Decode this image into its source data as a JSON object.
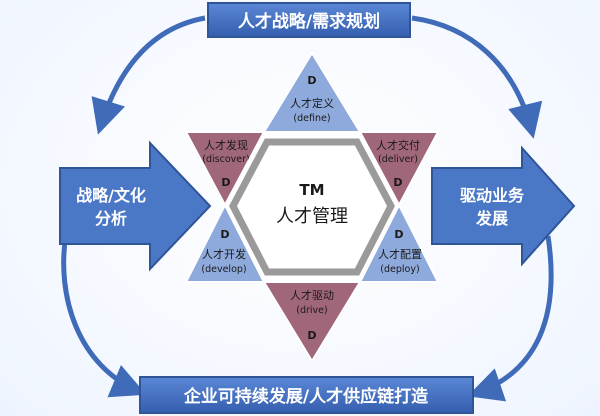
{
  "top_banner": {
    "label": "人才战略/需求规划"
  },
  "bottom_banner": {
    "label": "企业可持续发展/人才供应链打造"
  },
  "left_arrow": {
    "line1": "战略/文化",
    "line2": "分析"
  },
  "right_arrow": {
    "line1": "驱动业务",
    "line2": "发展"
  },
  "center": {
    "title": "TM",
    "subtitle": "人才管理"
  },
  "stages": [
    {
      "id": "define",
      "name": "人才定义",
      "en": "(define)",
      "badge": "D"
    },
    {
      "id": "discover",
      "name": "人才发现",
      "en": "(discover)",
      "badge": "D"
    },
    {
      "id": "deliver",
      "name": "人才交付",
      "en": "(deliver)",
      "badge": "D"
    },
    {
      "id": "develop",
      "name": "人才开发",
      "en": "(develop)",
      "badge": "D"
    },
    {
      "id": "deploy",
      "name": "人才配置",
      "en": "(deploy)",
      "badge": "D"
    },
    {
      "id": "drive",
      "name": "人才驱动",
      "en": "(drive)",
      "badge": "D"
    }
  ],
  "colors": {
    "blue_fill": "#4a78c6",
    "blue_stroke": "#2f5597",
    "triangle_blue": "#8ea9db",
    "triangle_red": "#a0667a",
    "hex_stroke": "#9a9a9a",
    "text_dark": "#1a1a1a",
    "text_white": "#ffffff"
  }
}
